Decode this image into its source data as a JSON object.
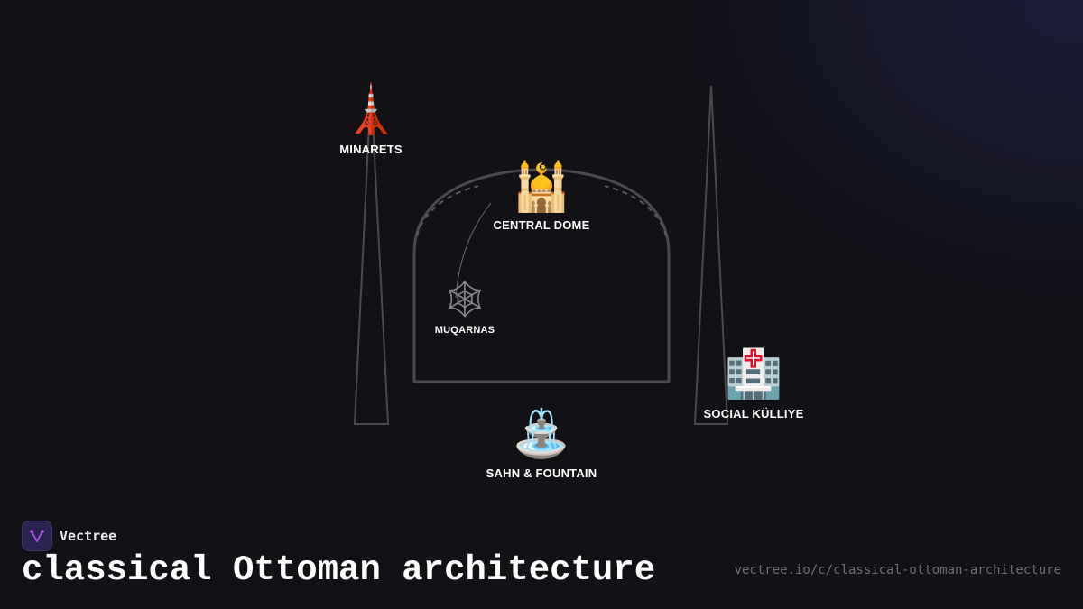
{
  "diagram": {
    "nodes": [
      {
        "id": "minarets",
        "label": "MINARETS",
        "icon": "tower-icon",
        "glyph": "🗼"
      },
      {
        "id": "central-dome",
        "label": "CENTRAL DOME",
        "icon": "mosque-icon",
        "glyph": "🕌"
      },
      {
        "id": "muqarnas",
        "label": "MUQARNAS",
        "icon": "spider-web-icon",
        "glyph": "🕸"
      },
      {
        "id": "social-kulliye",
        "label": "SOCIAL KÜLLIYE",
        "icon": "hospital-icon",
        "glyph": "🏥"
      },
      {
        "id": "sahn-fountain",
        "label": "SAHN & FOUNTAIN",
        "icon": "fountain-icon",
        "glyph": "⛲"
      }
    ],
    "edges": [
      {
        "from": "central-dome",
        "to": "muqarnas"
      }
    ],
    "colors": {
      "background": "#111116",
      "outline": "#4a4a4e",
      "label": "#ffffff"
    }
  },
  "footer": {
    "brand": "Vectree",
    "title": "classical Ottoman architecture",
    "url": "vectree.io/c/classical-ottoman-architecture"
  }
}
